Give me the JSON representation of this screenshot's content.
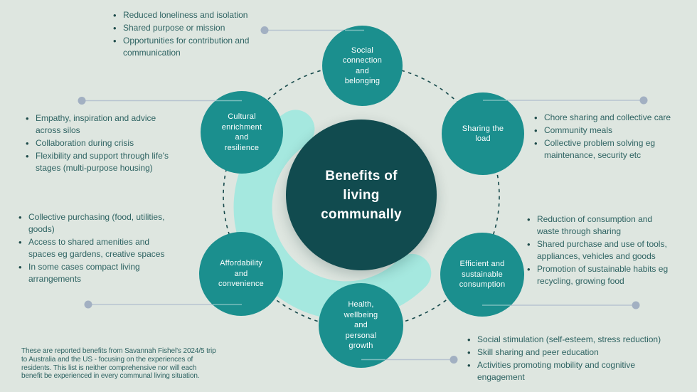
{
  "colors": {
    "background": "#dee6e0",
    "node_teal": "#1b8f8e",
    "center_teal": "#114b4f",
    "swoosh": "#a5e8df",
    "text": "#2e6362",
    "ring": "#16494b",
    "connector": "#b7c3d0",
    "connector_dot": "#a2b0c2"
  },
  "center": {
    "label": "Benefits of\nliving\ncommunally"
  },
  "nodes": [
    {
      "id": "social-connection",
      "label": "Social\nconnection\nand\nbelonging"
    },
    {
      "id": "sharing-the-load",
      "label": "Sharing the\nload"
    },
    {
      "id": "cultural-enrichment",
      "label": "Cultural\nenrichment\nand\nresilience"
    },
    {
      "id": "affordability",
      "label": "Affordability\nand\nconvenience"
    },
    {
      "id": "efficient-consumption",
      "label": "Efficient and\nsustainable\nconsumption"
    },
    {
      "id": "health-wellbeing",
      "label": "Health,\nwellbeing\nand\npersonal\ngrowth"
    }
  ],
  "lists": [
    {
      "items": [
        "Reduced loneliness and isolation",
        "Shared purpose or mission",
        "Opportunities for contribution and\ncommunication"
      ]
    },
    {
      "items": [
        "Chore sharing and collective care",
        "Community meals",
        "Collective problem solving eg\nmaintenance, security etc"
      ]
    },
    {
      "items": [
        "Empathy, inspiration and advice\nacross silos",
        "Collaboration during crisis",
        "Flexibility and support through life's\nstages (multi-purpose housing)"
      ]
    },
    {
      "items": [
        "Collective purchasing (food, utilities,\ngoods)",
        "Access to shared amenities and\nspaces eg gardens, creative spaces",
        "In some cases compact living\narrangements"
      ]
    },
    {
      "items": [
        "Reduction of consumption and\nwaste through sharing",
        "Shared purchase and use of tools,\nappliances, vehicles and goods",
        "Promotion of sustainable habits eg\nrecycling, growing food"
      ]
    },
    {
      "items": [
        "Social stimulation (self-esteem, stress reduction)",
        "Skill sharing and peer education",
        "Activities promoting mobility and cognitive\nengagement"
      ]
    }
  ],
  "footnote": "These are reported benefits from Savannah Fishel's 2024/5 trip\nto Australia and the US - focusing on the experiences of\nresidents. This list is neither comprehensive nor will each\nbenefit be experienced in every communal living situation."
}
